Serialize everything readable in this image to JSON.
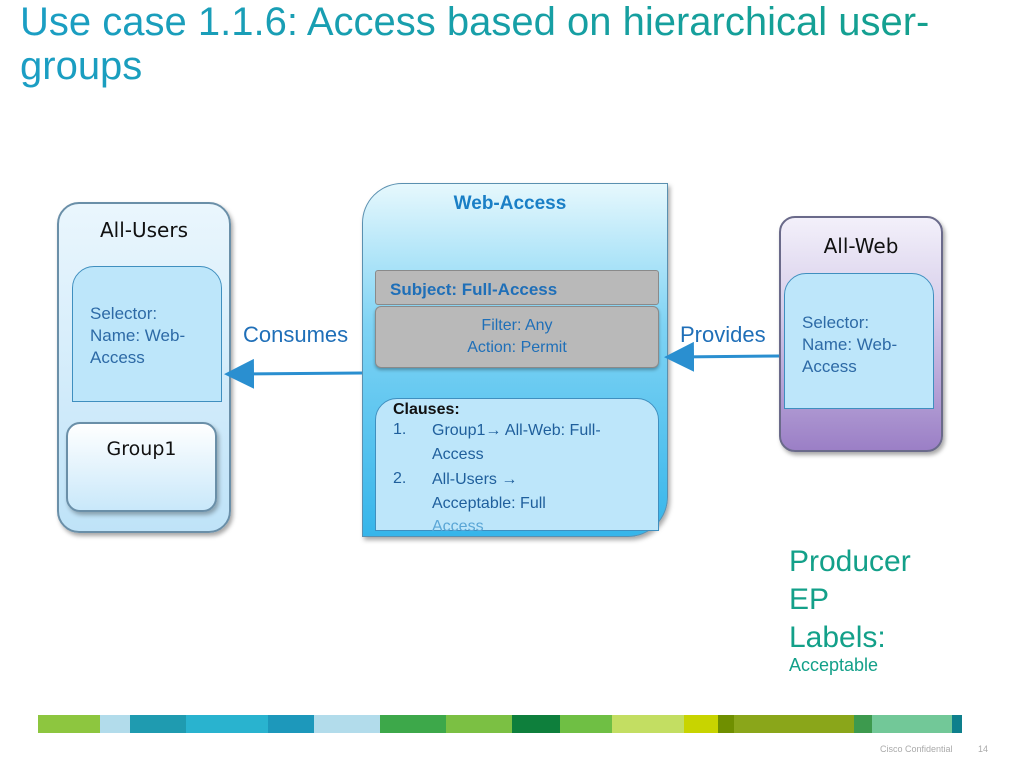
{
  "title": "Use case 1.1.6: Access based on hierarchical user-groups",
  "all_users": {
    "title": "All-Users",
    "selector_text": "Selector:\nName: Web-\nAccess",
    "group_label": "Group1"
  },
  "web_access": {
    "title": "Web-Access",
    "subject": "Subject: Full-Access",
    "filter": "Filter: Any",
    "action": "Action:  Permit",
    "clauses_head": "Clauses:",
    "clause1_num": "1.",
    "clause1_line1": "Group1→ All-Web: Full-",
    "clause1_line2": "Access",
    "clause2_num": "2.",
    "clause2_line1": "All-Users →",
    "clause2_line2": "Acceptable: Full",
    "clause2_line3": "Access"
  },
  "all_web": {
    "title": "All-Web",
    "selector_text": "Selector:\nName: Web-\nAccess"
  },
  "consumes_label": "Consumes",
  "provides_label": "Provides",
  "producer": {
    "line1": "Producer",
    "line2": "EP",
    "line3": "Labels:",
    "line4": "Acceptable"
  },
  "footer": {
    "confidential": "Cisco Confidential",
    "page": "14"
  },
  "colors": {
    "accent_blue": "#1f6fb8",
    "accent_teal": "#13a089",
    "arrow": "#2a8fd0"
  },
  "color_strip": [
    "#8dc63f",
    "#b2dceb",
    "#1f9bb0",
    "#29b3cf",
    "#1d98bb",
    "#b2dceb",
    "#3da84a",
    "#7bc043",
    "#0e7f3c",
    "#6fbf44",
    "#c3de62",
    "#c8d400",
    "#6f8f00",
    "#8aa61a",
    "#3d9a4e",
    "#72c898",
    "#0e7f8c"
  ]
}
